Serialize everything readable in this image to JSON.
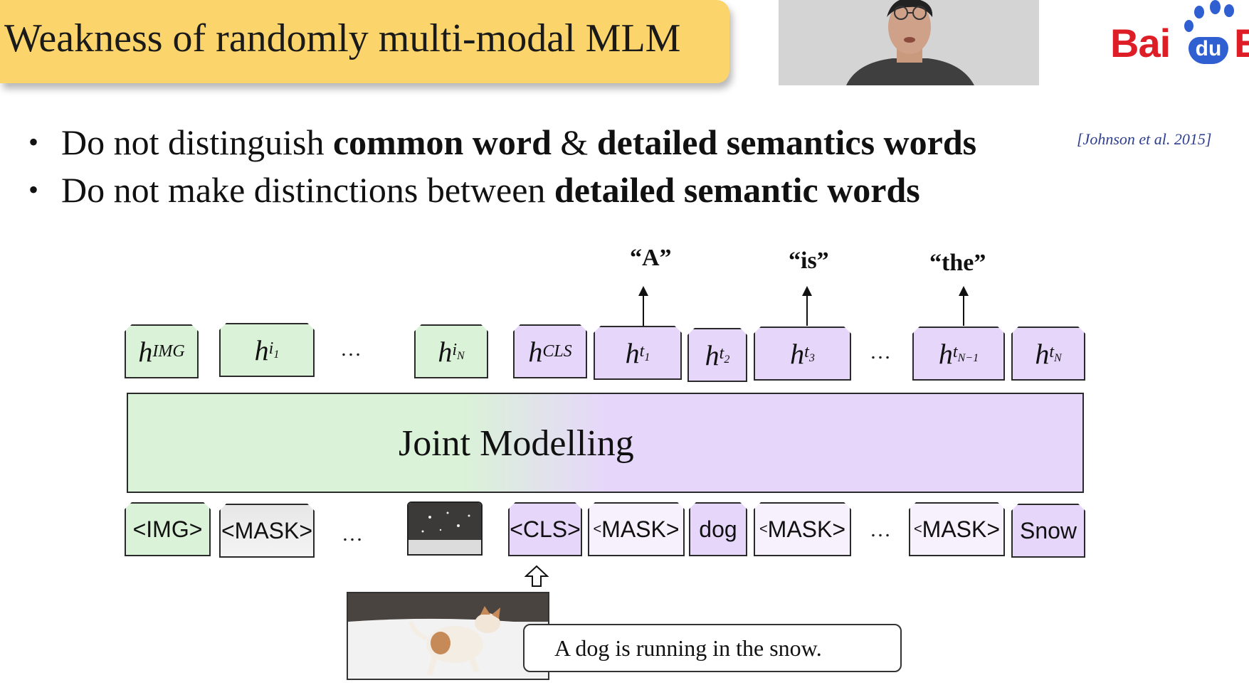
{
  "slide": {
    "title": "Weakness of randomly multi-modal MLM",
    "logo": {
      "text": "Bai",
      "badge": "du",
      "tail": "E"
    },
    "bullets": [
      {
        "pre": "Do not distinguish ",
        "b1": "common word",
        "mid": " & ",
        "b2": "detailed semantics words"
      },
      {
        "pre": "Do not make distinctions between ",
        "b1": "detailed semantic words"
      }
    ],
    "citation": "[Johnson et al. 2015]",
    "bullet_glyph": "•"
  },
  "diagram": {
    "predicted_words": [
      "“A”",
      "“is”",
      "“the”"
    ],
    "hidden_states": [
      {
        "base": "h",
        "sub": "IMG"
      },
      {
        "base": "h",
        "sub": "i",
        "subsub": "1"
      },
      {
        "base": "h",
        "sub": "i",
        "subsub": "N"
      },
      {
        "base": "h",
        "sub": "CLS"
      },
      {
        "base": "h",
        "sub": "t",
        "subsub": "1"
      },
      {
        "base": "h",
        "sub": "t",
        "subsub": "2"
      },
      {
        "base": "h",
        "sub": "t",
        "subsub": "3"
      },
      {
        "base": "h",
        "sub": "t",
        "subsub": "N−1"
      },
      {
        "base": "h",
        "sub": "t",
        "subsub": "N"
      }
    ],
    "ellipsis": "…",
    "joint_label": "Joint Modelling",
    "inputs": {
      "img": "<IMG>",
      "mask_img": "<MASK>",
      "cls": "<CLS>",
      "mask1": "MASK>",
      "dog": "dog",
      "mask2": "MASK>",
      "mask3": "MASK>",
      "snow": "Snow",
      "lt": "<"
    },
    "caption": "A dog is running in the snow."
  },
  "colors": {
    "title_band": "#fbd56b",
    "image_token": "#daf2d7",
    "text_token": "#e6d7fa",
    "logo_red": "#de1e26",
    "logo_blue": "#2f5fd1"
  },
  "icons": [
    "paw-logo-icon",
    "up-arrow-icon",
    "hollow-up-arrow-icon"
  ]
}
